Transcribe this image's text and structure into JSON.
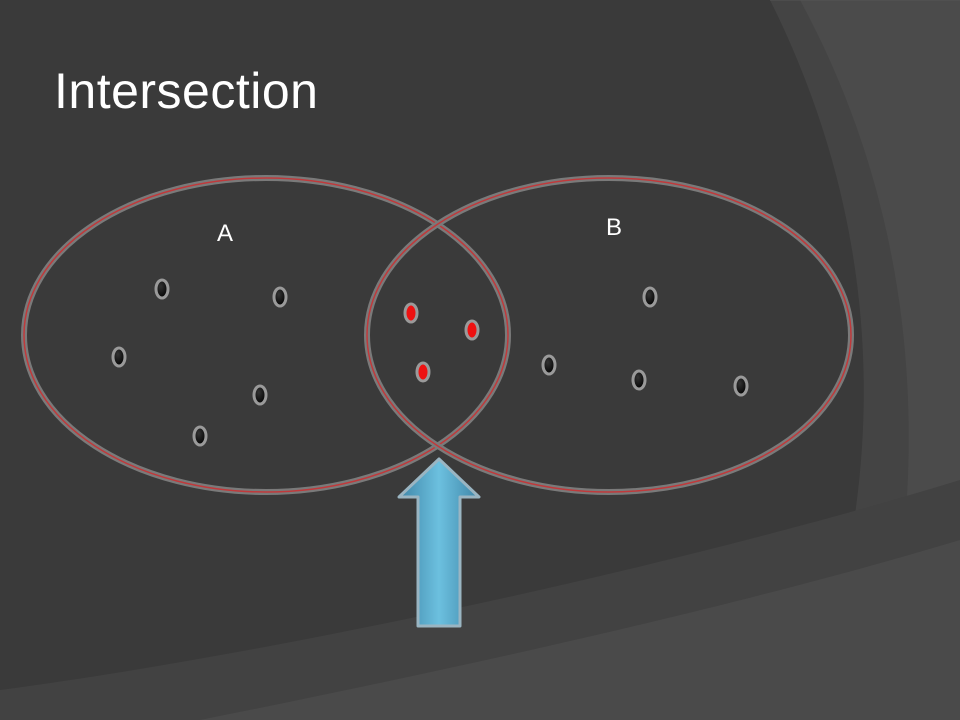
{
  "slide": {
    "title": "Intersection"
  },
  "diagram": {
    "sets": [
      {
        "label": "A"
      },
      {
        "label": "B"
      }
    ],
    "colors": {
      "background": "#3a3a3a",
      "element": "#000000",
      "intersection_element": "#ee1111",
      "set_outline": "#c0393b",
      "arrow": "#5aa8c8"
    },
    "elements": {
      "set_a_only": 5,
      "intersection": 3,
      "set_b_only": 4
    }
  }
}
